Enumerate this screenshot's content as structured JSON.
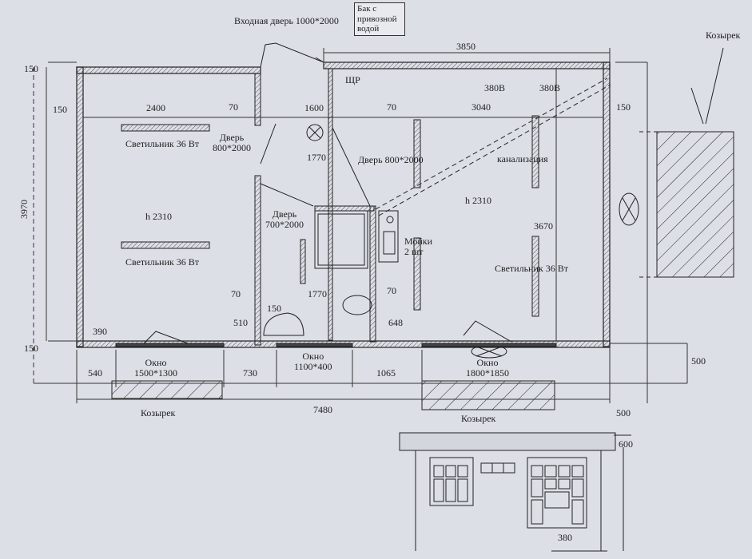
{
  "labels": {
    "entrance_door": "Входная дверь 1000*2000",
    "tank": "Бак с привозной водой",
    "canopy_top_right": "Козырек",
    "canopy_bottom_left": "Козырек",
    "canopy_bottom_mid": "Козырек",
    "panel": "ЩР",
    "socket_380_a": "380В",
    "socket_380_b": "380В",
    "light_1": "Светильник 36 Вт",
    "light_2": "Светильник 36 Вт",
    "light_3": "Светильник 36 Вт",
    "door_800_left": "Дверь\n800*2000",
    "door_800_right": "Дверь 800*2000",
    "door_700": "Дверь\n700*2000",
    "sewer": "канализация",
    "height_left": "h 2310",
    "height_right": "h 2310",
    "sinks": "Мойки\n2 шт",
    "window_1": "Окно\n1500*1300",
    "window_2": "Окно\n1100*400",
    "window_3": "Окно\n1800*1850"
  },
  "dimensions": {
    "d3850": "3850",
    "d150_tl": "150",
    "d150_l": "150",
    "d150_r": "150",
    "d150_bl": "150",
    "d150_wc": "150",
    "d2400": "2400",
    "d70_a": "70",
    "d1600": "1600",
    "d70_b": "70",
    "d3040": "3040",
    "d3970": "3970",
    "d1770_a": "1770",
    "d1770_b": "1770",
    "d3670": "3670",
    "d70_c": "70",
    "d70_d": "70",
    "d390": "390",
    "d510": "510",
    "d648": "648",
    "d540": "540",
    "d730": "730",
    "d1065": "1065",
    "d500_a": "500",
    "d500_b": "500",
    "d7480": "7480",
    "d600": "600",
    "d380": "380"
  }
}
